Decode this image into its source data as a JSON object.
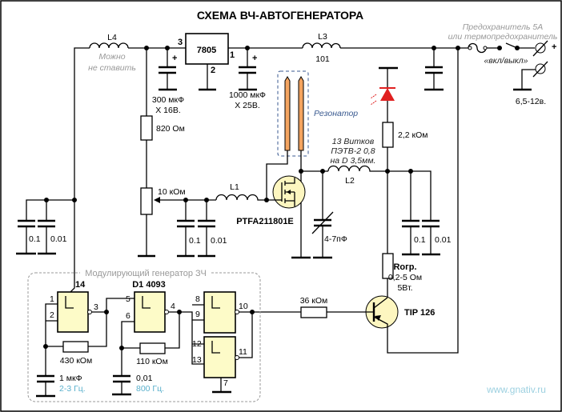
{
  "title": "СХЕМА ВЧ-АВТОГЕНЕРАТОРА",
  "power": {
    "l4": {
      "label": "L4",
      "note1": "Можно",
      "note2": "не ставить"
    },
    "regulator": {
      "label": "7805",
      "pin_in": "3",
      "pin_out": "1",
      "pin_gnd": "2"
    },
    "c_in": {
      "label1": "300 мкФ",
      "label2": "Х 16В.",
      "polarity": "+"
    },
    "c_out": {
      "label1": "1000 мкФ",
      "label2": "Х 25В.",
      "polarity": "+"
    },
    "l3": {
      "label": "L3",
      "value": "101"
    },
    "fuse_note1": "Предохранитель 5А",
    "fuse_note2": "или термопредохранитель",
    "switch_label": "«вкл/выкл»",
    "plus": "+",
    "supply": "6,5-12в."
  },
  "bias": {
    "r1": "820 Ом",
    "pot": "10 кОм",
    "l1": "L1",
    "caps_left": [
      "0.1",
      "0.01"
    ],
    "caps_mid": [
      "0.1",
      "0.01"
    ]
  },
  "rf": {
    "mosfet": "PTFA211801E",
    "resonator": "Резонатор",
    "l2": "L2",
    "l2_note": [
      "13 Витков",
      "ПЭТВ-2 0,8",
      "на D 3,5мм."
    ],
    "trimmer": "4-7пФ",
    "led_resistor": "2,2 кОм",
    "caps_right": [
      "0.1",
      "0.01"
    ],
    "led_color": "#e02020",
    "resonator_color": "#f4a460"
  },
  "modulator": {
    "title": "Модулирующий генератор ЗЧ",
    "ic": "D1 4093",
    "pins": [
      "14",
      "1",
      "2",
      "3",
      "5",
      "6",
      "4",
      "8",
      "9",
      "10",
      "12",
      "13",
      "11",
      "7"
    ],
    "r_a": "430 кОм",
    "c_a": "1 мкФ",
    "f_a": "2-3 Гц.",
    "r_b": "110 кОм",
    "c_b": "0,01",
    "f_b": "800 Гц."
  },
  "output": {
    "r_base": "36 кОм",
    "r_limit": [
      "Rогр.",
      "0,2-5 Ом",
      "5Вт."
    ],
    "transistor": "TIP 126"
  },
  "watermark": "www.gnativ.ru"
}
